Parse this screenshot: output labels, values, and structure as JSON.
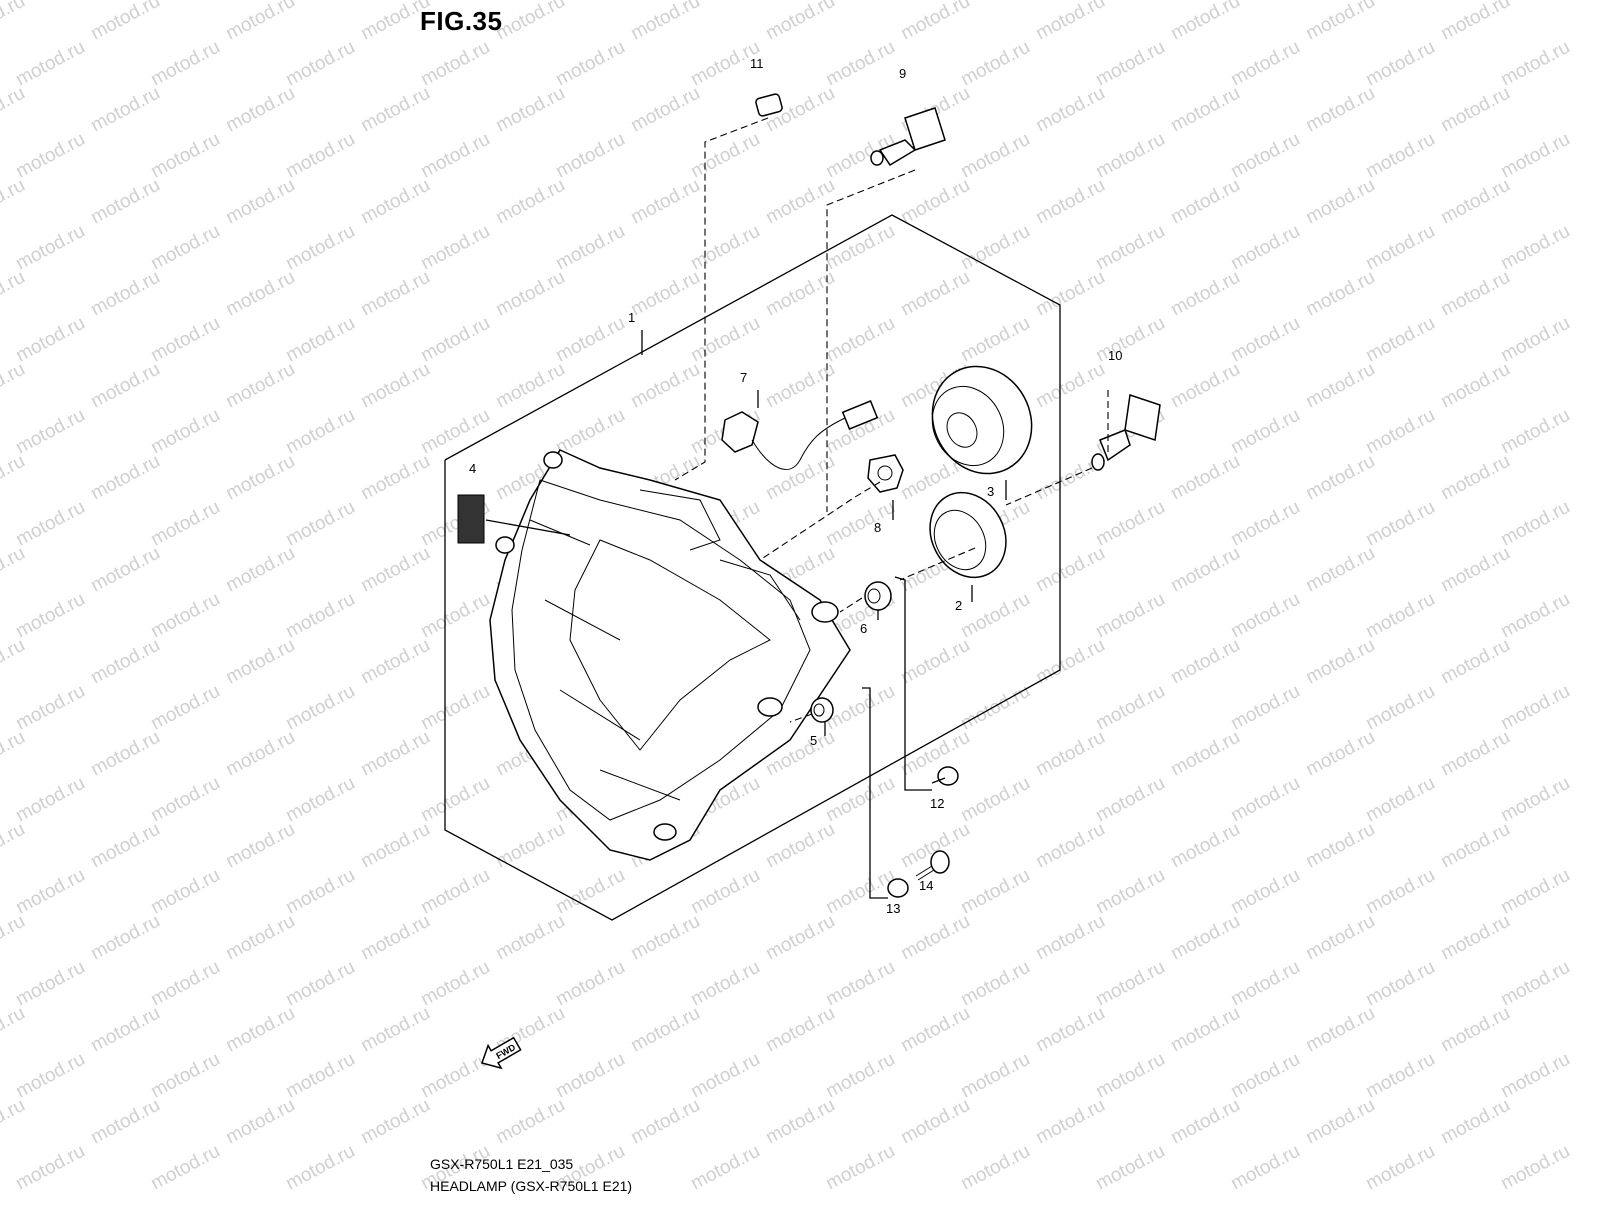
{
  "figure": {
    "title": "FIG.35",
    "code": "GSX-R750L1 E21_035",
    "description": "HEADLAMP (GSX-R750L1 E21)"
  },
  "watermark": "motod.ru",
  "fwd_label": "FWD",
  "callouts": [
    "1",
    "2",
    "3",
    "4",
    "5",
    "6",
    "7",
    "8",
    "9",
    "10",
    "11",
    "12",
    "13",
    "14"
  ]
}
